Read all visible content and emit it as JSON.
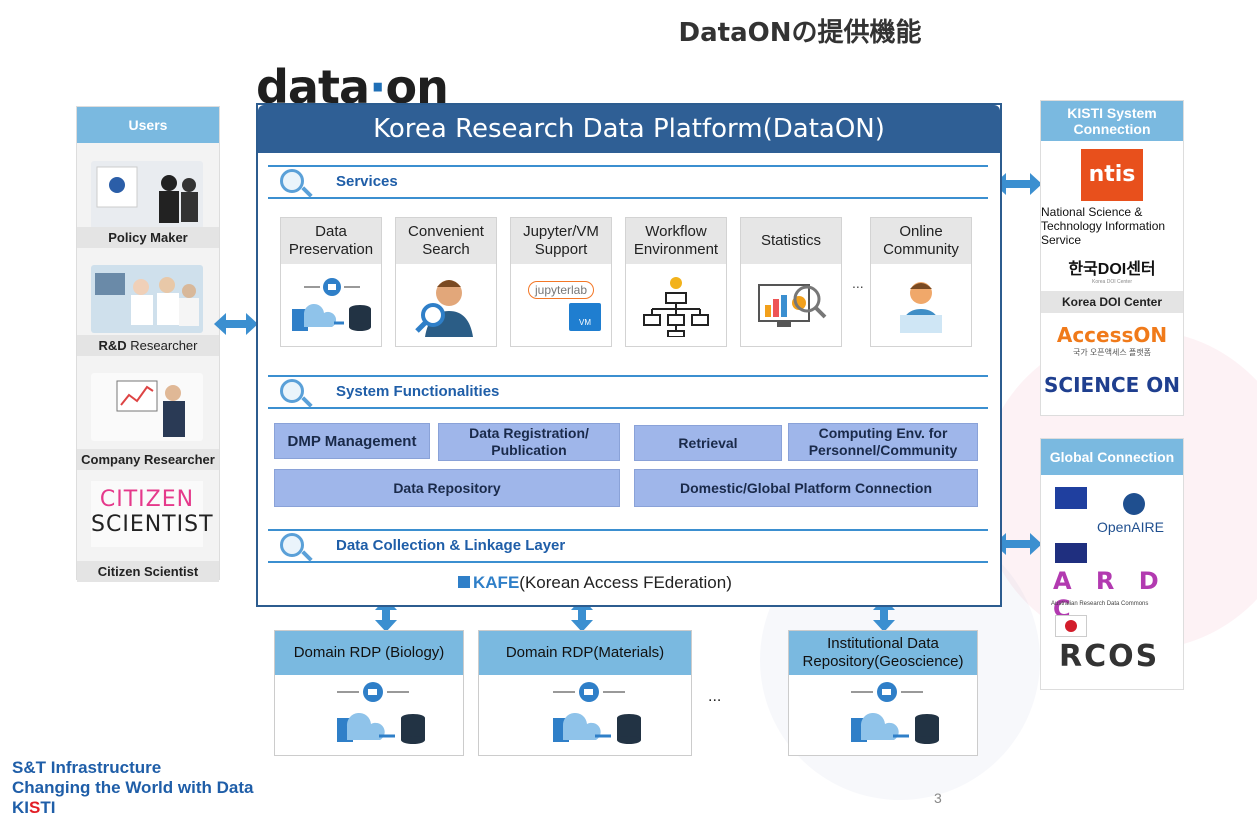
{
  "slide_title": "DataONの提供機能",
  "logo": {
    "part1": "data",
    "part2": "on"
  },
  "users": {
    "header": "Users",
    "items": [
      {
        "label": "Policy Maker"
      },
      {
        "label_bold": "R&D",
        "label_rest": " Researcher"
      },
      {
        "label": "Company Researcher"
      },
      {
        "label": "Citizen Scientist",
        "image_text_1": "CITIZEN",
        "image_text_2": "SCIENTIST"
      }
    ]
  },
  "platform": {
    "title": "Korea Research Data Platform(DataON)",
    "services": {
      "title": "Services",
      "items": [
        "Data Preservation",
        "Convenient Search",
        "Jupyter/VM Support",
        "Workflow Environment",
        "Statistics",
        "Online Community"
      ],
      "ellipsis": "...",
      "jupyter_text": "jupyterlab",
      "vm_text": "VM"
    },
    "functionalities": {
      "title": "System Functionalities",
      "items": [
        "DMP Management",
        "Data Registration/ Publication",
        "Retrieval",
        "Computing Env. for Personnel/Community",
        "Data Repository",
        "Domestic/Global Platform Connection"
      ]
    },
    "collection": {
      "title": "Data Collection & Linkage Layer",
      "kafe_logo": "KAFE",
      "kafe_text": "(Korean Access FEderation)"
    }
  },
  "domains": {
    "items": [
      "Domain RDP (Biology)",
      "Domain RDP(Materials)",
      "Institutional Data Repository(Geoscience)"
    ],
    "ellipsis": "..."
  },
  "kisti": {
    "header": "KISTI System Connection",
    "nts_logo": "ntis",
    "nts_label": "National Science & Technology Information Service",
    "doi_logo": "한국DOI센터",
    "doi_small": "Korea DOI Center",
    "doi_label": "Korea DOI Center",
    "accesson": "AccessON",
    "accesson_sub": "국가 오픈액세스 플랫폼",
    "scienceon": "SCIENCE ON"
  },
  "global": {
    "header": "Global Connection",
    "openaire": "OpenAIRE",
    "ardc": "A R D C",
    "ardc_sub": "Australian Research Data Commons",
    "rcos": "RCOS"
  },
  "footer": {
    "line1": "S&T Infrastructure",
    "line2": "Changing the World with Data",
    "kisti_a": "KI",
    "kisti_b": "S",
    "kisti_c": "TI"
  },
  "page_number": "3",
  "colors": {
    "accent": "#3b8fd0",
    "header": "#2f5f95",
    "func_box": "#9fb6ea",
    "col_head": "#7ab9e0"
  }
}
